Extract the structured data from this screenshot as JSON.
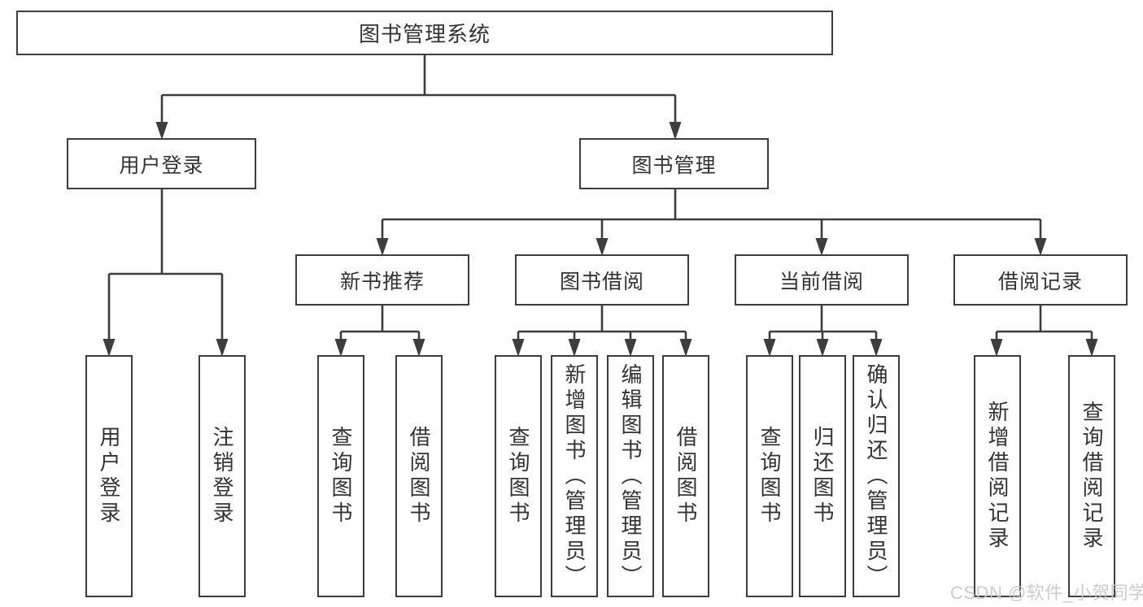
{
  "diagram": {
    "root": {
      "label": "图书管理系统"
    },
    "branches": {
      "user_login": {
        "label": "用户登录",
        "children": {
          "login": {
            "label": "用户登录"
          },
          "logout": {
            "label": "注销登录"
          }
        }
      },
      "book_mgmt": {
        "label": "图书管理",
        "children": {
          "new_book_rec": {
            "label": "新书推荐",
            "children": {
              "query_book": {
                "label": "查询图书"
              },
              "borrow_book": {
                "label": "借阅图书"
              }
            }
          },
          "book_borrow": {
            "label": "图书借阅",
            "children": {
              "query_book": {
                "label": "查询图书"
              },
              "add_book": {
                "label": "新增图书（管理员）"
              },
              "edit_book": {
                "label": "编辑图书（管理员）"
              },
              "borrow_book": {
                "label": "借阅图书"
              }
            }
          },
          "current_borrow": {
            "label": "当前借阅",
            "children": {
              "query_book": {
                "label": "查询图书"
              },
              "return_book": {
                "label": "归还图书"
              },
              "confirm_return": {
                "label": "确认归还（管理员）"
              }
            }
          },
          "borrow_records": {
            "label": "借阅记录",
            "children": {
              "add_record": {
                "label": "新增借阅记录"
              },
              "query_record": {
                "label": "查询借阅记录"
              }
            }
          }
        }
      }
    }
  },
  "watermark": {
    "text": "CSDN @软件_小贺同学"
  },
  "colors": {
    "line": "#3d3d3d",
    "text": "#333333",
    "background": "#ffffff",
    "watermark": "#c8c8c8"
  }
}
